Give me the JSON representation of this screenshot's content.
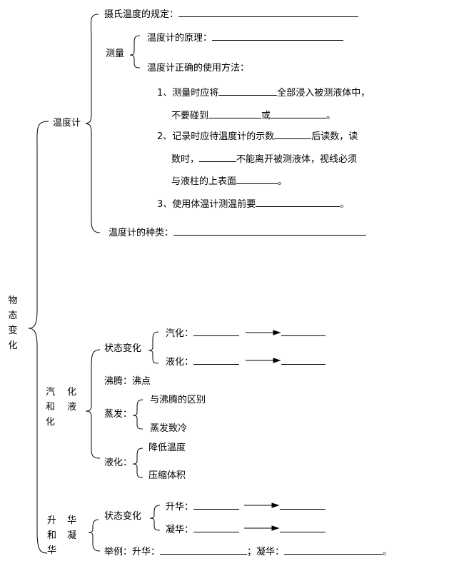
{
  "root_label": [
    "物",
    "态",
    "变",
    "化"
  ],
  "thermometer": {
    "label": "温度计",
    "celsius": "摄氏温度的规定：",
    "measure_label": "测量",
    "principle": "温度计的原理：",
    "usage_title": "温度计正确的使用方法：",
    "step1_a": "1、测量时应将",
    "step1_b": "全部浸入被测液体中，",
    "step1_c": "不要碰到",
    "step1_d": "或",
    "step1_e": "。",
    "step2_a": "2、记录时应待温度计的示数",
    "step2_b": "后读数，读",
    "step2_c": "数时，",
    "step2_d": "不能离开被测液体，视线必须",
    "step2_e": "与液柱的上表面",
    "step2_f": "。",
    "step3_a": "3、使用体温计测温前要",
    "step3_b": "。",
    "types": "温度计的种类："
  },
  "vaporization": {
    "label_left": [
      "汽",
      "和",
      "化"
    ],
    "label_right": [
      "化",
      "液"
    ],
    "state_change": "状态变化",
    "vaporize": "汽化：",
    "liquefy": "液化：",
    "boiling": "沸腾：沸点",
    "evaporation": "蒸发：",
    "evap_item1": "与沸腾的区别",
    "evap_item2": "蒸发致冷",
    "liquefaction": "液化：",
    "liq_item1": "降低温度",
    "liq_item2": "压缩体积"
  },
  "sublimation": {
    "label_left": [
      "升",
      "和",
      "华"
    ],
    "label_right": [
      "华",
      "凝"
    ],
    "state_change": "状态变化",
    "sublime": "升华：",
    "deposit": "凝华：",
    "example": "举例：升华：",
    "example_sep": "；凝华：",
    "example_end": "。"
  }
}
